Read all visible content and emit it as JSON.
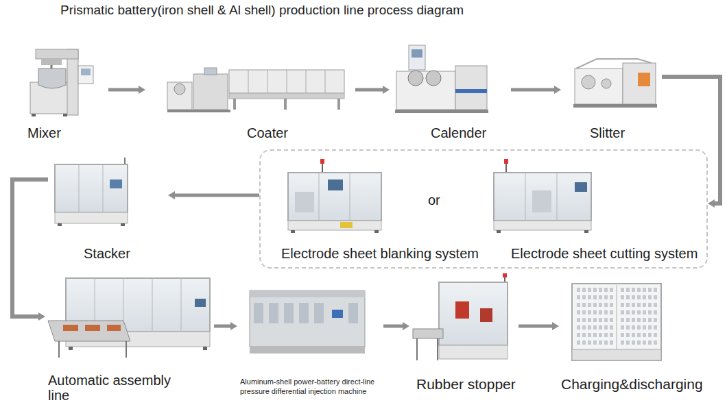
{
  "diagram": {
    "title": "Prismatic battery(iron shell & Al shell) production line process diagram",
    "nodes": [
      {
        "text": [
          "Mixer"
        ]
      },
      {
        "text": [
          "Coater"
        ]
      },
      {
        "text": [
          "Calender"
        ]
      },
      {
        "text": [
          "Slitter"
        ]
      },
      {
        "text": [
          "or"
        ]
      },
      {
        "text": [
          "Electrode sheet blanking system"
        ],
        "in": 4
      },
      {
        "text": [
          "Electrode sheet cutting system"
        ],
        "in": 4
      },
      {
        "text": [
          "Stacker"
        ]
      },
      {
        "text": [
          "Automatic assembly line"
        ]
      },
      {
        "text": [
          "Aluminum-shell power-battery direct-line pressure differential injection machine"
        ]
      },
      {
        "text": [
          "Rubber stopper"
        ]
      },
      {
        "text": [
          "Charging&discharging"
        ]
      }
    ],
    "edges": [
      {
        "from": 0,
        "to": 1,
        "arrow": "to"
      },
      {
        "from": 1,
        "to": 2,
        "arrow": "to"
      },
      {
        "from": 2,
        "to": 3,
        "arrow": "to"
      },
      {
        "from": 3,
        "to": 4,
        "arrow": "to"
      },
      {
        "from": 4,
        "to": 7,
        "arrow": "to"
      },
      {
        "from": 7,
        "to": 8,
        "arrow": "to"
      },
      {
        "from": 8,
        "to": 9,
        "arrow": "to"
      },
      {
        "from": 9,
        "to": 10,
        "arrow": "to"
      },
      {
        "from": 10,
        "to": 11,
        "arrow": "to"
      }
    ]
  }
}
